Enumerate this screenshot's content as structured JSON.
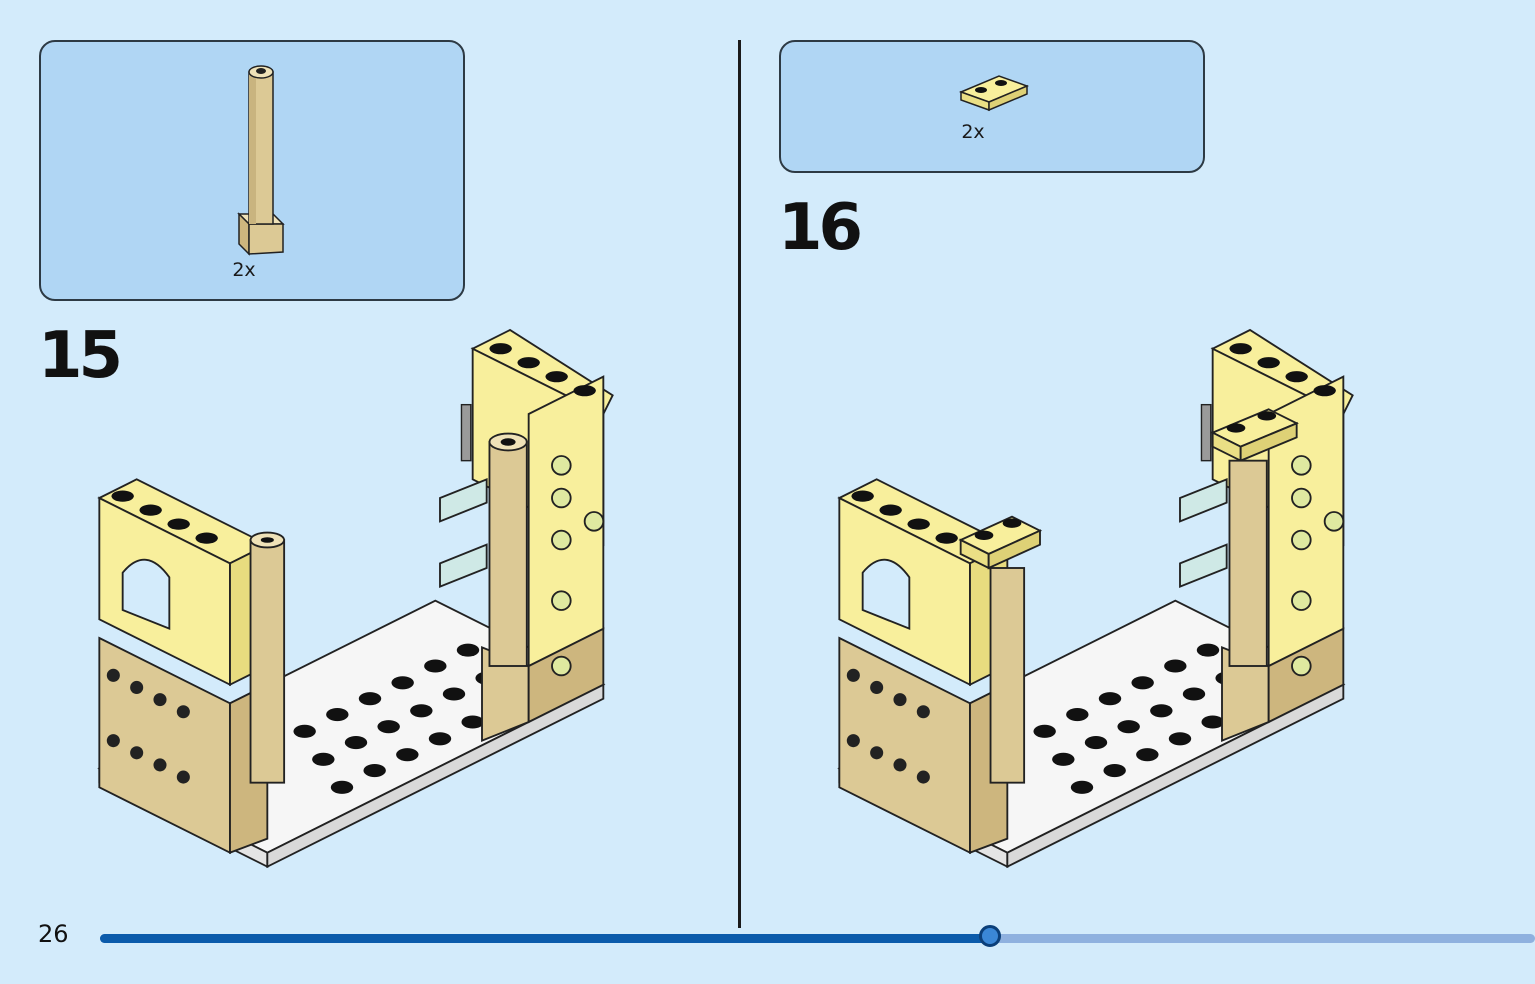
{
  "steps": [
    {
      "number": "15",
      "parts": [
        {
          "name": "tan-bar-with-1x1-round-brick",
          "quantity": "2x"
        }
      ]
    },
    {
      "number": "16",
      "parts": [
        {
          "name": "yellow-1x2-plate",
          "quantity": "2x"
        }
      ]
    }
  ],
  "footer": {
    "page_number": "26",
    "progress": 0.62
  },
  "colors": {
    "background": "#d3ebfb",
    "callout": "#b0d6f4",
    "yellow": "#f8ef9c",
    "tan": "#dcc995",
    "progress_fill": "#0b5bab",
    "progress_track": "#8fb1df"
  }
}
